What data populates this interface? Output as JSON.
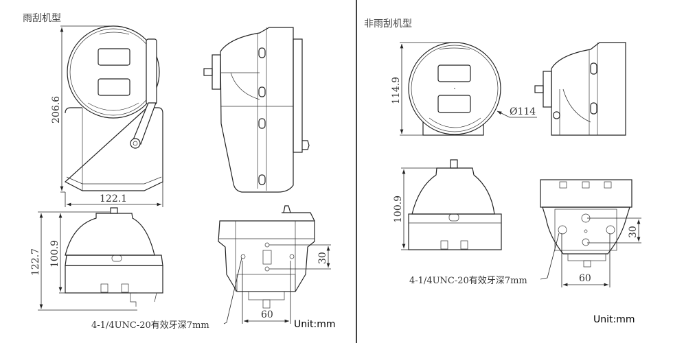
{
  "left_panel": {
    "title": "雨刮机型",
    "dims": {
      "height_total": "206.6",
      "width": "122.1",
      "height_with_mount": "122.7",
      "height_body": "100.9",
      "hole_spacing_v": "30",
      "hole_spacing_h": "60"
    },
    "thread_note": "4-1/4UNC-20有效牙深7mm",
    "unit": "Unit:mm"
  },
  "right_panel": {
    "title": "非雨刮机型",
    "dims": {
      "height": "114.9",
      "diameter": "Ø114",
      "height_body": "100.9",
      "hole_spacing_v": "30",
      "hole_spacing_h": "60"
    },
    "thread_note": "4-1/4UNC-20有效牙深7mm",
    "unit": "Unit:mm"
  }
}
